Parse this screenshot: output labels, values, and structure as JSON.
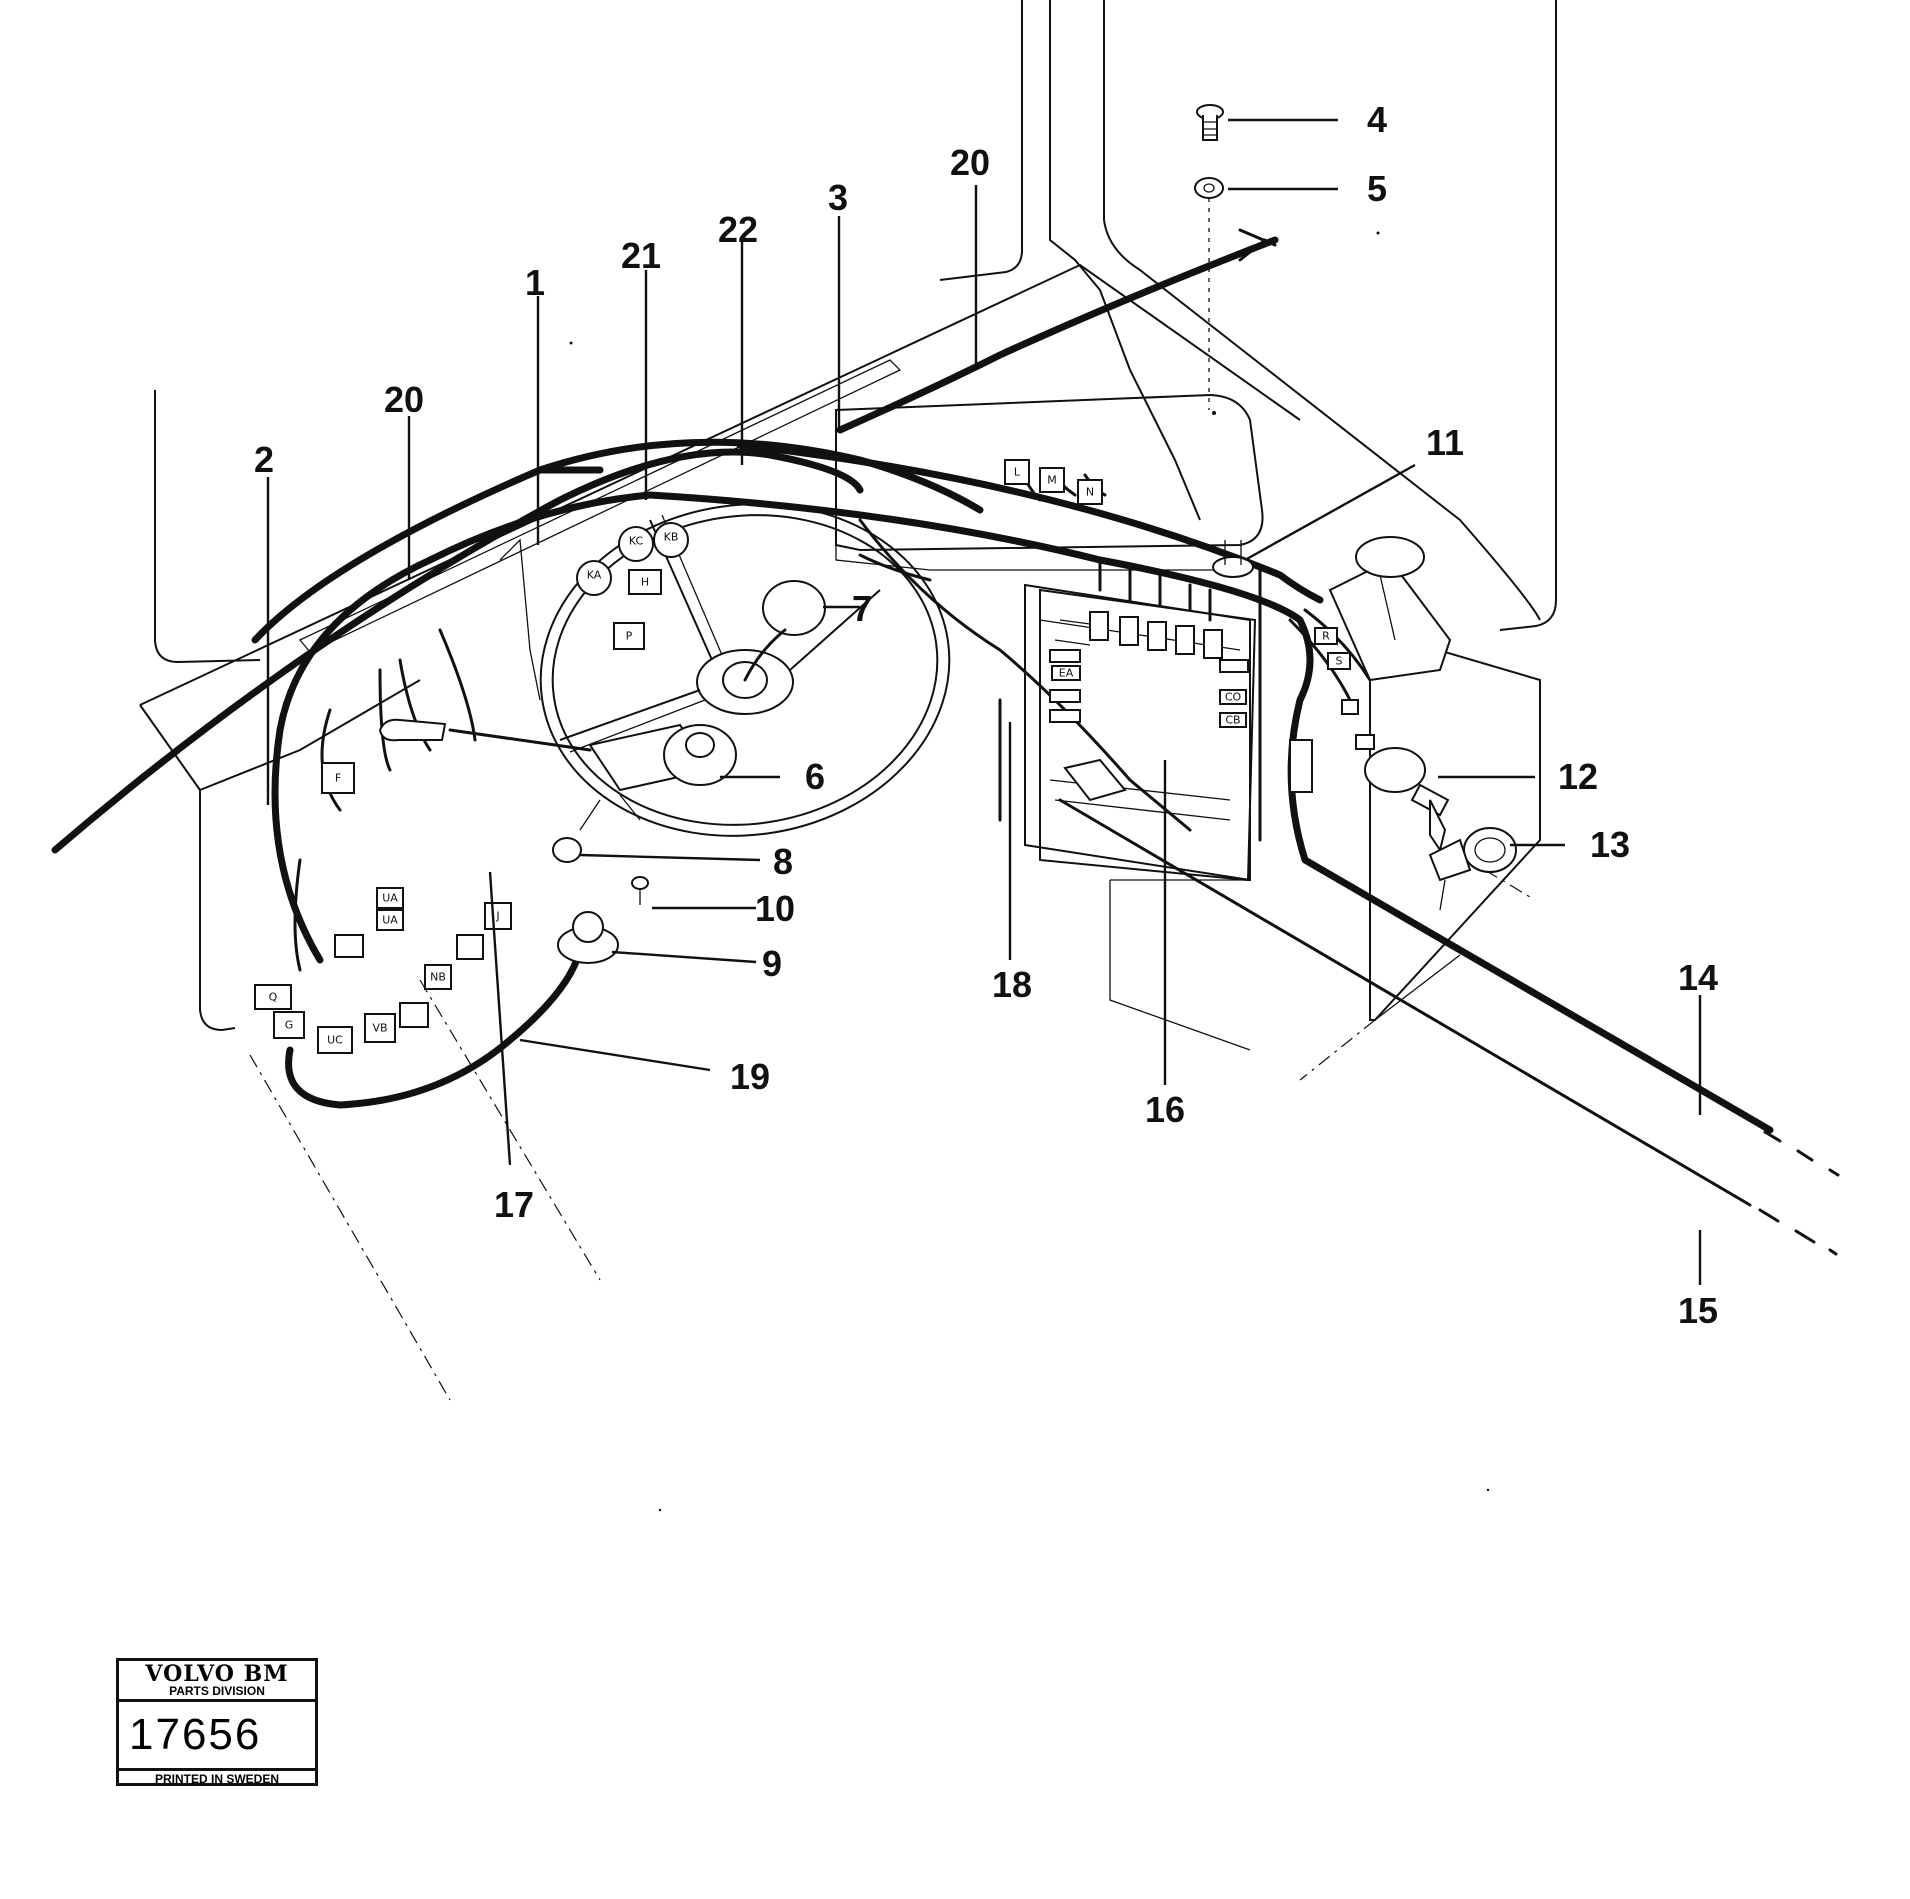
{
  "callouts": {
    "c1": "1",
    "c2": "2",
    "c3": "3",
    "c4": "4",
    "c5": "5",
    "c6": "6",
    "c7": "7",
    "c8": "8",
    "c9": "9",
    "c10": "10",
    "c11": "11",
    "c12": "12",
    "c13": "13",
    "c14": "14",
    "c15": "15",
    "c16": "16",
    "c17": "17",
    "c18": "18",
    "c19": "19",
    "c20a": "20",
    "c20b": "20",
    "c21": "21",
    "c22": "22"
  },
  "connector_tags": {
    "ka": "KA",
    "kc": "KC",
    "kb": "KB",
    "h": "H",
    "p": "P",
    "f": "F",
    "l": "L",
    "m": "M",
    "n": "N",
    "ua": "UA",
    "ua2": "UA",
    "nb": "NB",
    "j": "J",
    "q": "Q",
    "g": "G",
    "uc": "UC",
    "vb": "VB",
    "ea": "EA",
    "co": "CO",
    "cb": "CB",
    "r": "R",
    "s": "S"
  },
  "stamp": {
    "brand": "VOLVO BM",
    "division": "PARTS DIVISION",
    "number": "17656",
    "printed": "PRINTED IN SWEDEN"
  }
}
